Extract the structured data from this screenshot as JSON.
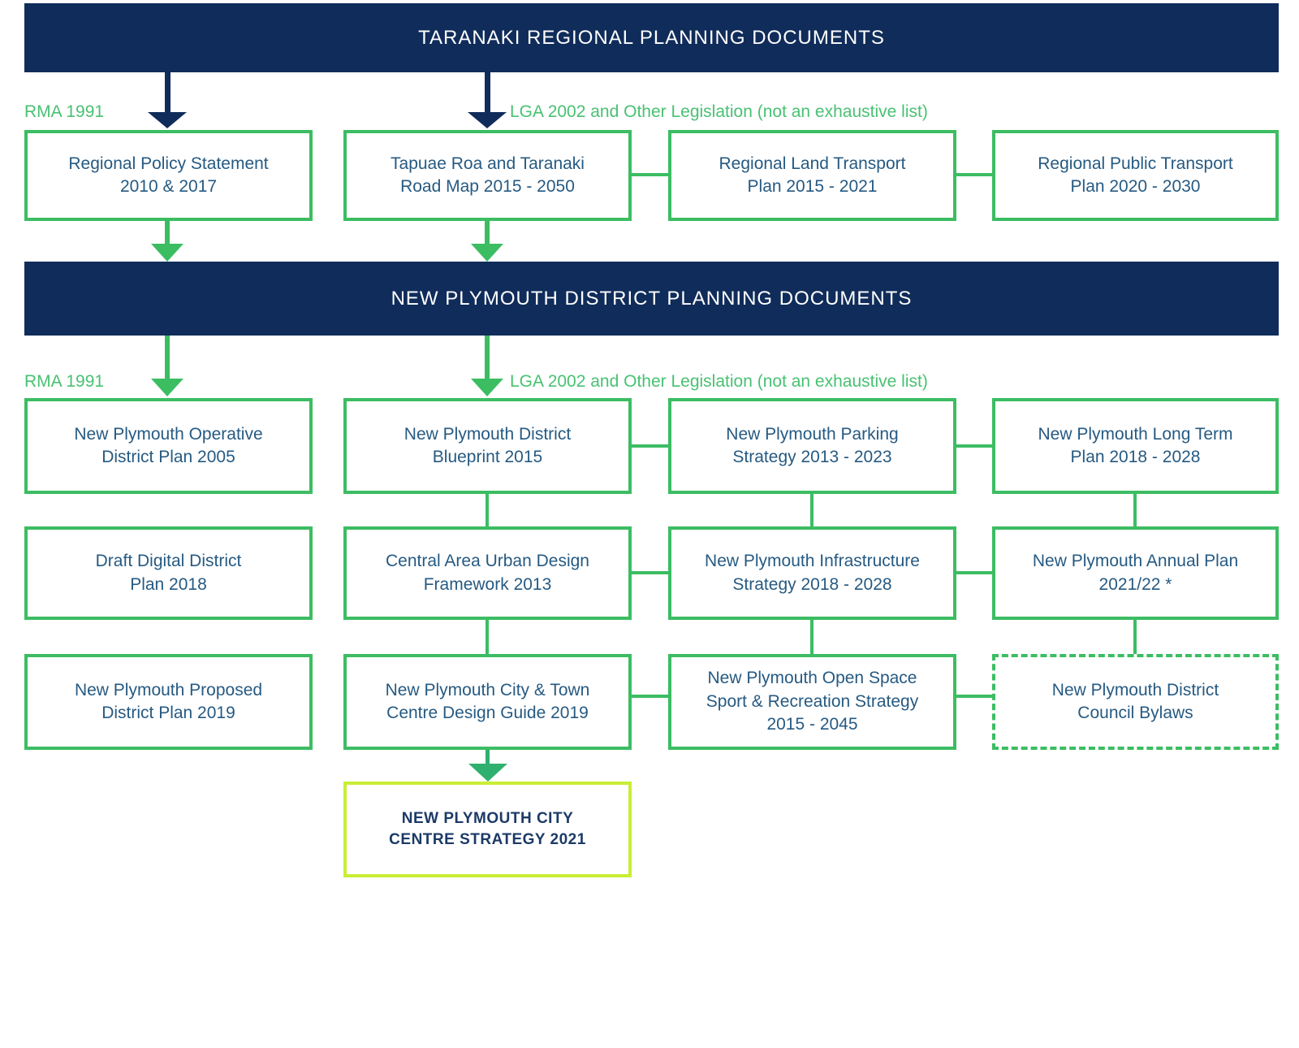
{
  "banners": {
    "regional": "TARANAKI REGIONAL PLANNING DOCUMENTS",
    "district": "NEW PLYMOUTH DISTRICT PLANNING DOCUMENTS"
  },
  "section_labels": {
    "regional": {
      "rma": "RMA 1991",
      "lga": "LGA 2002 and Other Legislation (not an exhaustive list)"
    },
    "district": {
      "rma": "RMA 1991",
      "lga": "LGA 2002 and Other Legislation (not an exhaustive list)"
    }
  },
  "boxes": {
    "regional": {
      "policy_statement": "Regional Policy Statement\n2010 & 2017",
      "road_map": "Tapuae Roa and Taranaki\nRoad Map 2015 - 2050",
      "land_transport": "Regional Land Transport\nPlan 2015 - 2021",
      "public_transport": "Regional Public Transport\nPlan 2020 - 2030"
    },
    "district": {
      "operative_plan": "New Plymouth Operative\nDistrict Plan 2005",
      "blueprint": "New Plymouth District\nBlueprint 2015",
      "parking": "New Plymouth Parking\nStrategy 2013 - 2023",
      "long_term_plan": "New Plymouth Long Term\nPlan 2018 - 2028",
      "digital_plan": "Draft Digital District\nPlan 2018",
      "urban_design": "Central Area Urban Design\nFramework 2013",
      "infrastructure": "New Plymouth Infrastructure\nStrategy 2018 - 2028",
      "annual_plan": "New Plymouth Annual Plan\n2021/22 *",
      "proposed_plan": "New Plymouth Proposed\nDistrict Plan 2019",
      "design_guide": "New Plymouth City & Town\nCentre Design Guide 2019",
      "open_space": "New Plymouth Open Space\nSport & Recreation Strategy\n2015 - 2045",
      "bylaws": "New Plymouth District\nCouncil Bylaws"
    },
    "strategy": "NEW PLYMOUTH CITY\nCENTRE STRATEGY 2021"
  },
  "colors": {
    "banner_navy": "#102c5a",
    "box_border_green": "#3cbd62",
    "label_green": "#49c172",
    "strategy_border_lime": "#c9ee35",
    "strategy_arrow_teal": "#2fb06e",
    "box_text_blue": "#265a82",
    "strategy_text_navy": "#1c3a67"
  }
}
